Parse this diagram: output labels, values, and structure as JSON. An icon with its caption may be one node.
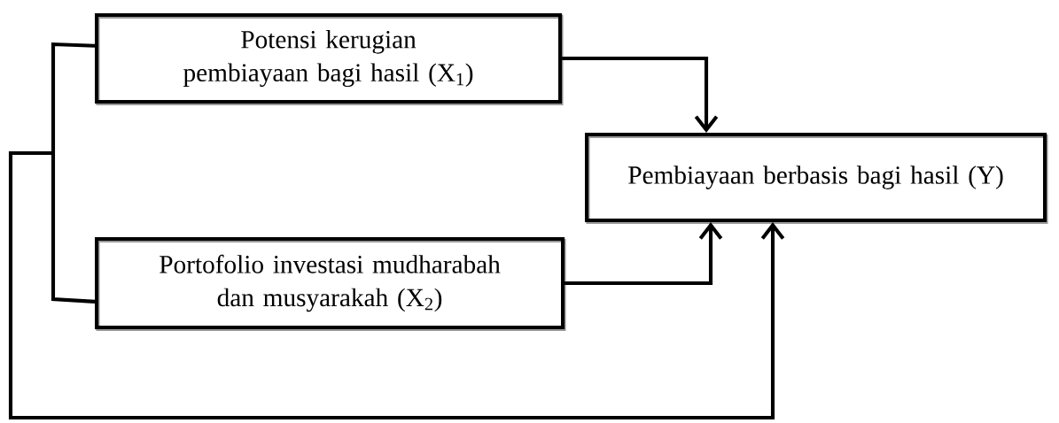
{
  "diagram": {
    "nodes": [
      {
        "text": [
          "Potensi kerugian pembiayaan bagi hasil (X$_{1}$)"
        ]
      },
      {
        "text": [
          "Pembiayaan berbasis bagi hasil (Y)"
        ]
      },
      {
        "text": [
          "Portofolio investasi mudharabah dan musyarakah (X$_{2}$)"
        ]
      }
    ],
    "edges": [
      {
        "from": 0,
        "to": 1,
        "arrow": "to"
      },
      {
        "from": 2,
        "to": 1,
        "arrow": "to"
      },
      {
        "from": 0,
        "to": 1,
        "arrow": "to"
      },
      {
        "from": 2,
        "to": 1,
        "arrow": "to"
      }
    ]
  }
}
